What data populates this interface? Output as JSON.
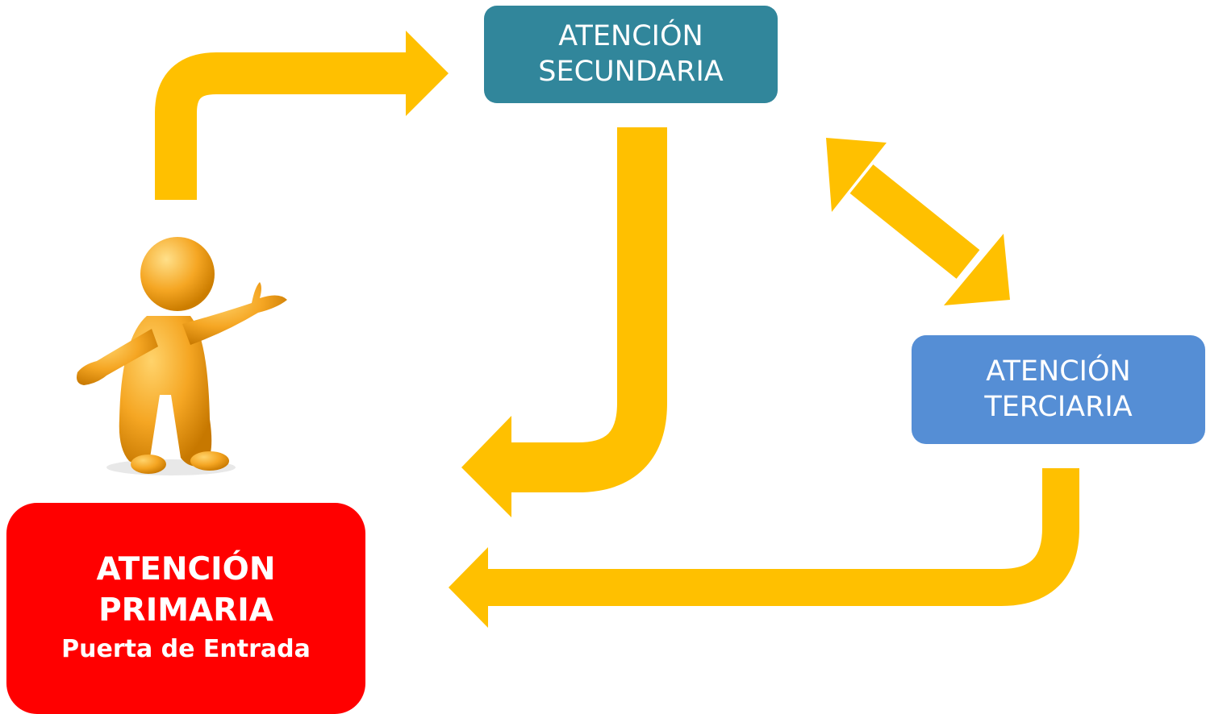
{
  "colors": {
    "arrow": "#ffc000",
    "secundaria": "#31869b",
    "terciaria": "#558ed5",
    "primaria": "#ff0000",
    "person": "#f5a623",
    "text": "#ffffff"
  },
  "nodes": {
    "secundaria": {
      "line1": "ATENCIÓN",
      "line2": "SECUNDARIA"
    },
    "terciaria": {
      "line1": "ATENCIÓN",
      "line2": "TERCIARIA"
    },
    "primaria": {
      "line1": "ATENCIÓN",
      "line2": "PRIMARIA",
      "subtitle": "Puerta de Entrada"
    }
  },
  "connections": [
    {
      "from": "primaria",
      "to": "secundaria",
      "direction": "one-way"
    },
    {
      "from": "secundaria",
      "to": "primaria",
      "direction": "one-way"
    },
    {
      "from": "secundaria",
      "to": "terciaria",
      "direction": "two-way"
    },
    {
      "from": "terciaria",
      "to": "primaria",
      "direction": "one-way"
    }
  ],
  "figure": {
    "icon": "presenting-person-icon"
  }
}
